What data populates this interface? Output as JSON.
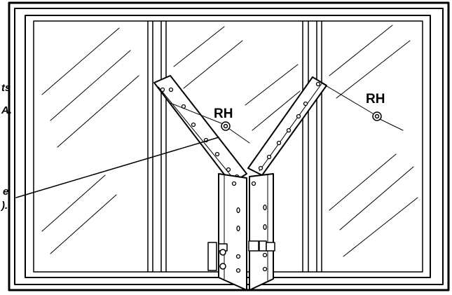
{
  "callouts": {
    "left_top_line1": "ts",
    "left_top_line2": "A.",
    "left_bottom_line1": "e",
    "left_bottom_line2": ")."
  },
  "labels": {
    "rh_left": "RH",
    "rh_right": "RH"
  },
  "colors": {
    "line": "#000000",
    "background": "#ffffff"
  }
}
